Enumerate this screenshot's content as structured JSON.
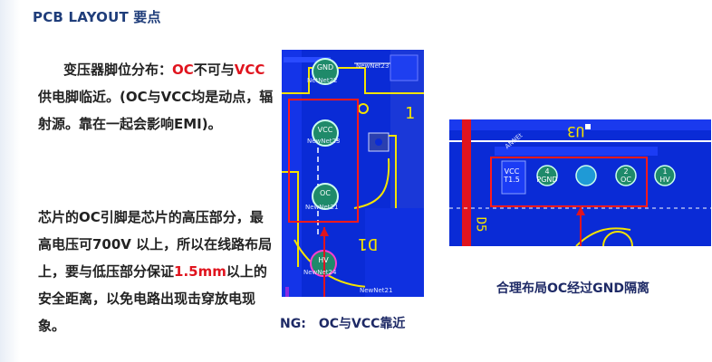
{
  "title": "PCB LAYOUT 要点",
  "para1": {
    "part1": "变压器脚位分布：",
    "oc": "OC",
    "part2": "不可与",
    "vcc": "VCC",
    "part3": "供电脚临近。(OC与VCC均是动点，辐射源。靠在一起会影响EMI)。"
  },
  "para2": {
    "part1": "芯片的OC引脚是芯片的高压部分，最高电压可700V 以上，所以在线路布局上，要与低压部分保证",
    "dist": "1.5mm",
    "part2": "以上的安全距离，以免电路出现击穿放电现象。"
  },
  "pcb_left": {
    "pads": [
      {
        "name": "GND",
        "net": "NetNet22"
      },
      {
        "name": "VCC",
        "net": "NewNet23"
      },
      {
        "name": "OC",
        "net": "NewNet21"
      },
      {
        "name": "HV",
        "net": "NewNet24"
      }
    ],
    "nets": [
      "NewNet23",
      "NewNet21"
    ],
    "designator": "D1",
    "silk_char": "1"
  },
  "pcb_right": {
    "pins": [
      {
        "num": "",
        "name": "VCC",
        "sub": "T1.5"
      },
      {
        "num": "4",
        "name": "PGND",
        "sub": ""
      },
      {
        "num": "",
        "name": "",
        "sub": ""
      },
      {
        "num": "2",
        "name": "OC",
        "sub": ""
      },
      {
        "num": "1",
        "name": "HV",
        "sub": ""
      }
    ],
    "designator_top": "U3",
    "designator_side": "D5",
    "net_tag": "ANNEt"
  },
  "captions": {
    "ng_label": "NG:",
    "ng_text": "OC与VCC靠近",
    "gnd_text": "合理布局OC经过GND隔离"
  },
  "colors": {
    "accent_red": "#e0141e",
    "title_blue": "#1f3d7a",
    "pcb_blue": "#0a2bd6",
    "trace_yellow": "#f4e300",
    "pad_green": "#1f8a6a"
  }
}
